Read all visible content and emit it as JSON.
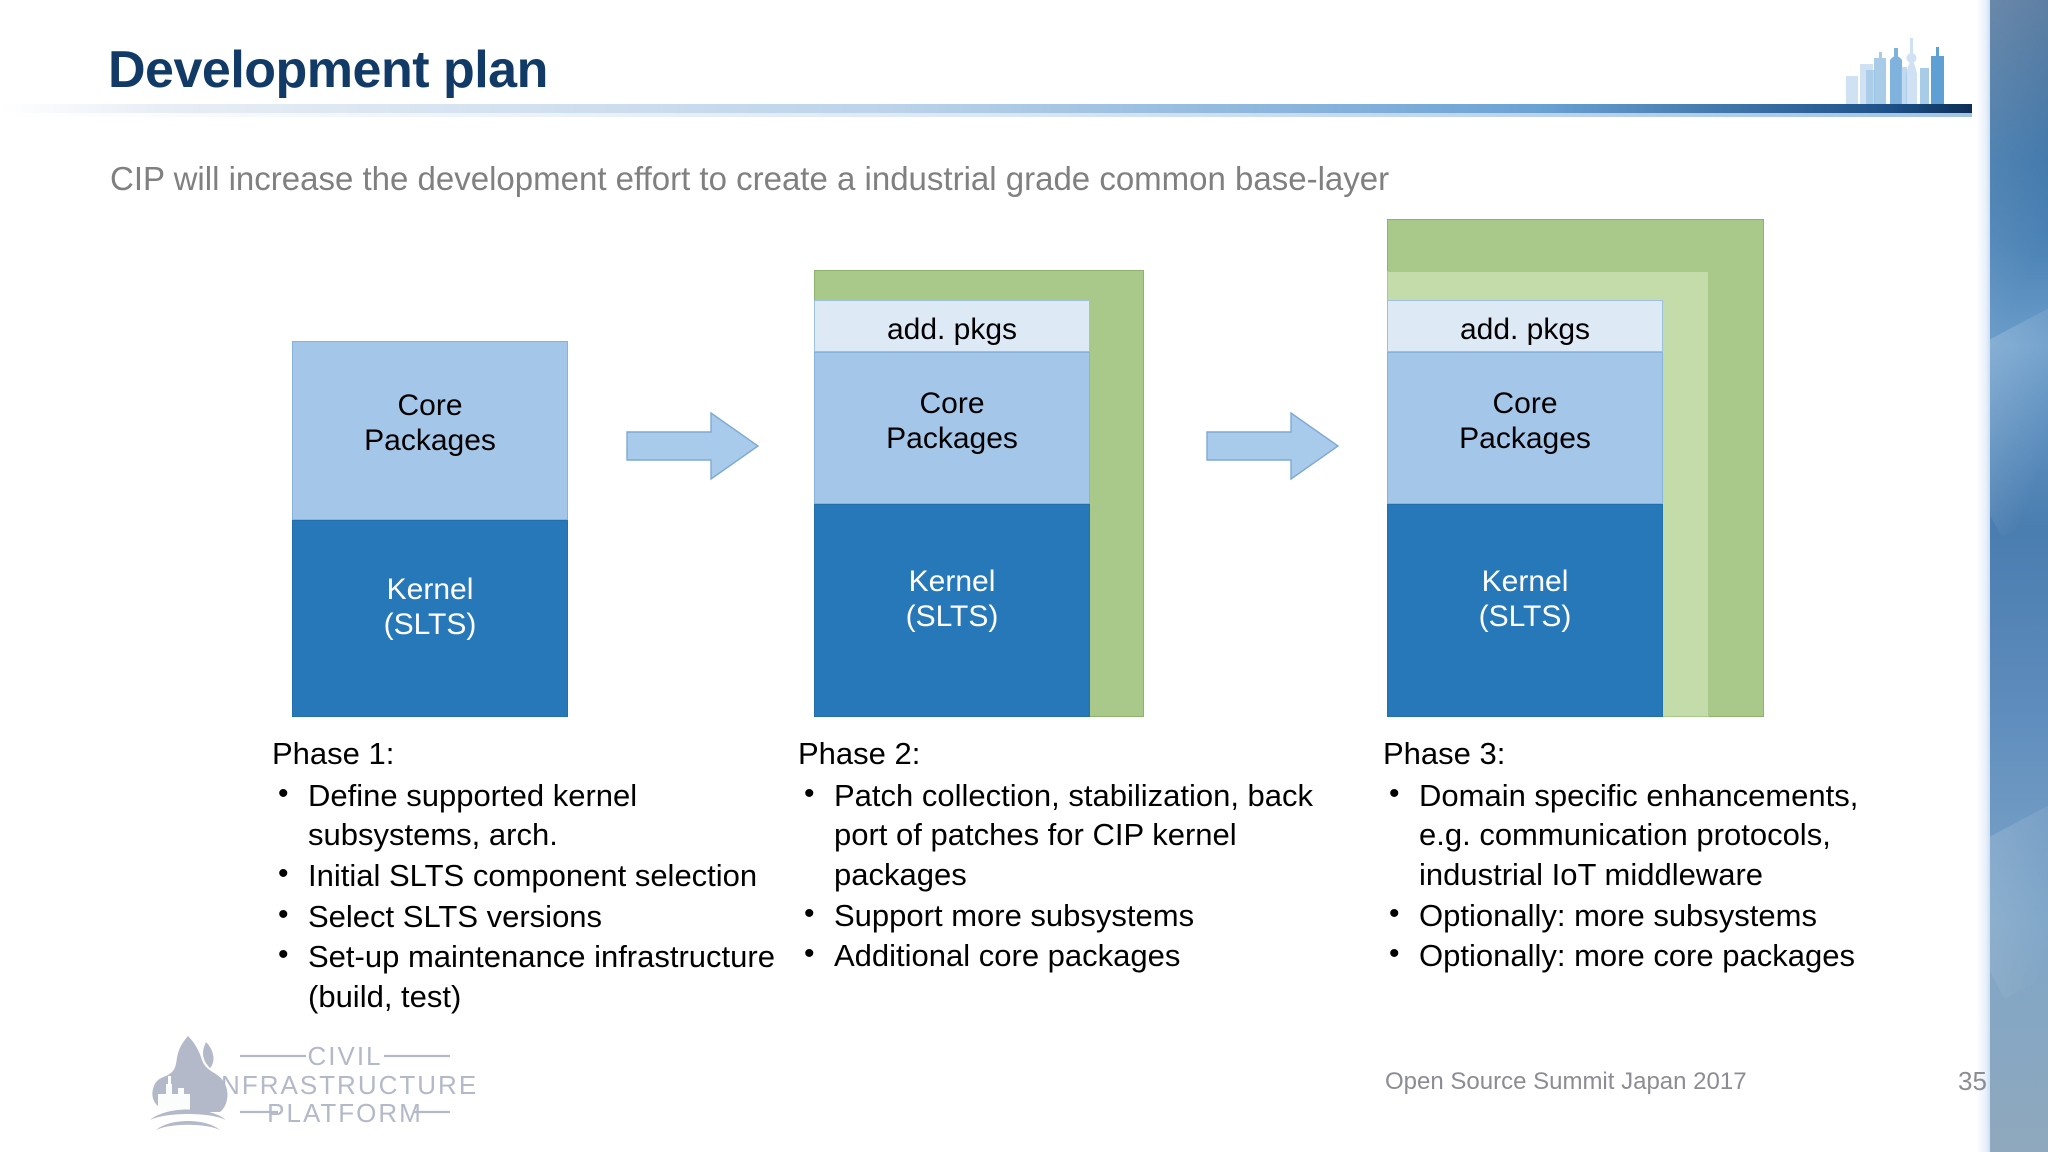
{
  "header": {
    "title": "Development plan",
    "subtitle": "CIP will increase the development effort to create a industrial grade common base-layer"
  },
  "colors": {
    "title": "#123a66",
    "subtitle": "#808080",
    "kernel": "#2778b9",
    "core_packages": "#a4c6e8",
    "add_pkgs": "#dde9f5",
    "green_outer": "#a9c98a",
    "green_inner": "#c4dbaa",
    "arrow": "#a9cbeb"
  },
  "diagram": {
    "stacks": [
      {
        "id": "phase1-stack",
        "layers": [
          {
            "name": "core-packages",
            "label": "Core\nPackages"
          },
          {
            "name": "kernel",
            "label": "Kernel\n(SLTS)"
          }
        ]
      },
      {
        "id": "phase2-stack",
        "layers": [
          {
            "name": "green-outer",
            "label": ""
          },
          {
            "name": "add-pkgs",
            "label": "add. pkgs"
          },
          {
            "name": "core-packages",
            "label": "Core\nPackages"
          },
          {
            "name": "kernel",
            "label": "Kernel\n(SLTS)"
          }
        ]
      },
      {
        "id": "phase3-stack",
        "layers": [
          {
            "name": "green-outer",
            "label": ""
          },
          {
            "name": "green-inner",
            "label": ""
          },
          {
            "name": "add-pkgs",
            "label": "add. pkgs"
          },
          {
            "name": "core-packages",
            "label": "Core\nPackages"
          },
          {
            "name": "kernel",
            "label": "Kernel\n(SLTS)"
          }
        ]
      }
    ],
    "labels": {
      "core_line1": "Core",
      "core_line2": "Packages",
      "kernel_line1": "Kernel",
      "kernel_line2": "(SLTS)",
      "add_pkgs": "add. pkgs"
    },
    "arrows": [
      {
        "name": "arrow-phase1-to-phase2"
      },
      {
        "name": "arrow-phase2-to-phase3"
      }
    ]
  },
  "phases": [
    {
      "heading": "Phase 1:",
      "bullets": [
        "Define supported kernel subsystems, arch.",
        "Initial SLTS component selection",
        "Select SLTS versions",
        "Set-up maintenance infrastructure (build, test)"
      ]
    },
    {
      "heading": "Phase 2:",
      "bullets": [
        "Patch collection, stabilization, back port of patches for CIP kernel packages",
        "Support more subsystems",
        "Additional core packages"
      ]
    },
    {
      "heading": "Phase 3:",
      "bullets": [
        "Domain specific enhancements, e.g. communication protocols, industrial IoT middleware",
        "Optionally: more subsystems",
        "Optionally:  more core packages"
      ]
    }
  ],
  "logo": {
    "line1": "CIVIL",
    "line2": "INFRASTRUCTURE",
    "line3": "PLATFORM"
  },
  "footer": {
    "event": "Open Source Summit Japan 2017",
    "page_number": "35"
  }
}
